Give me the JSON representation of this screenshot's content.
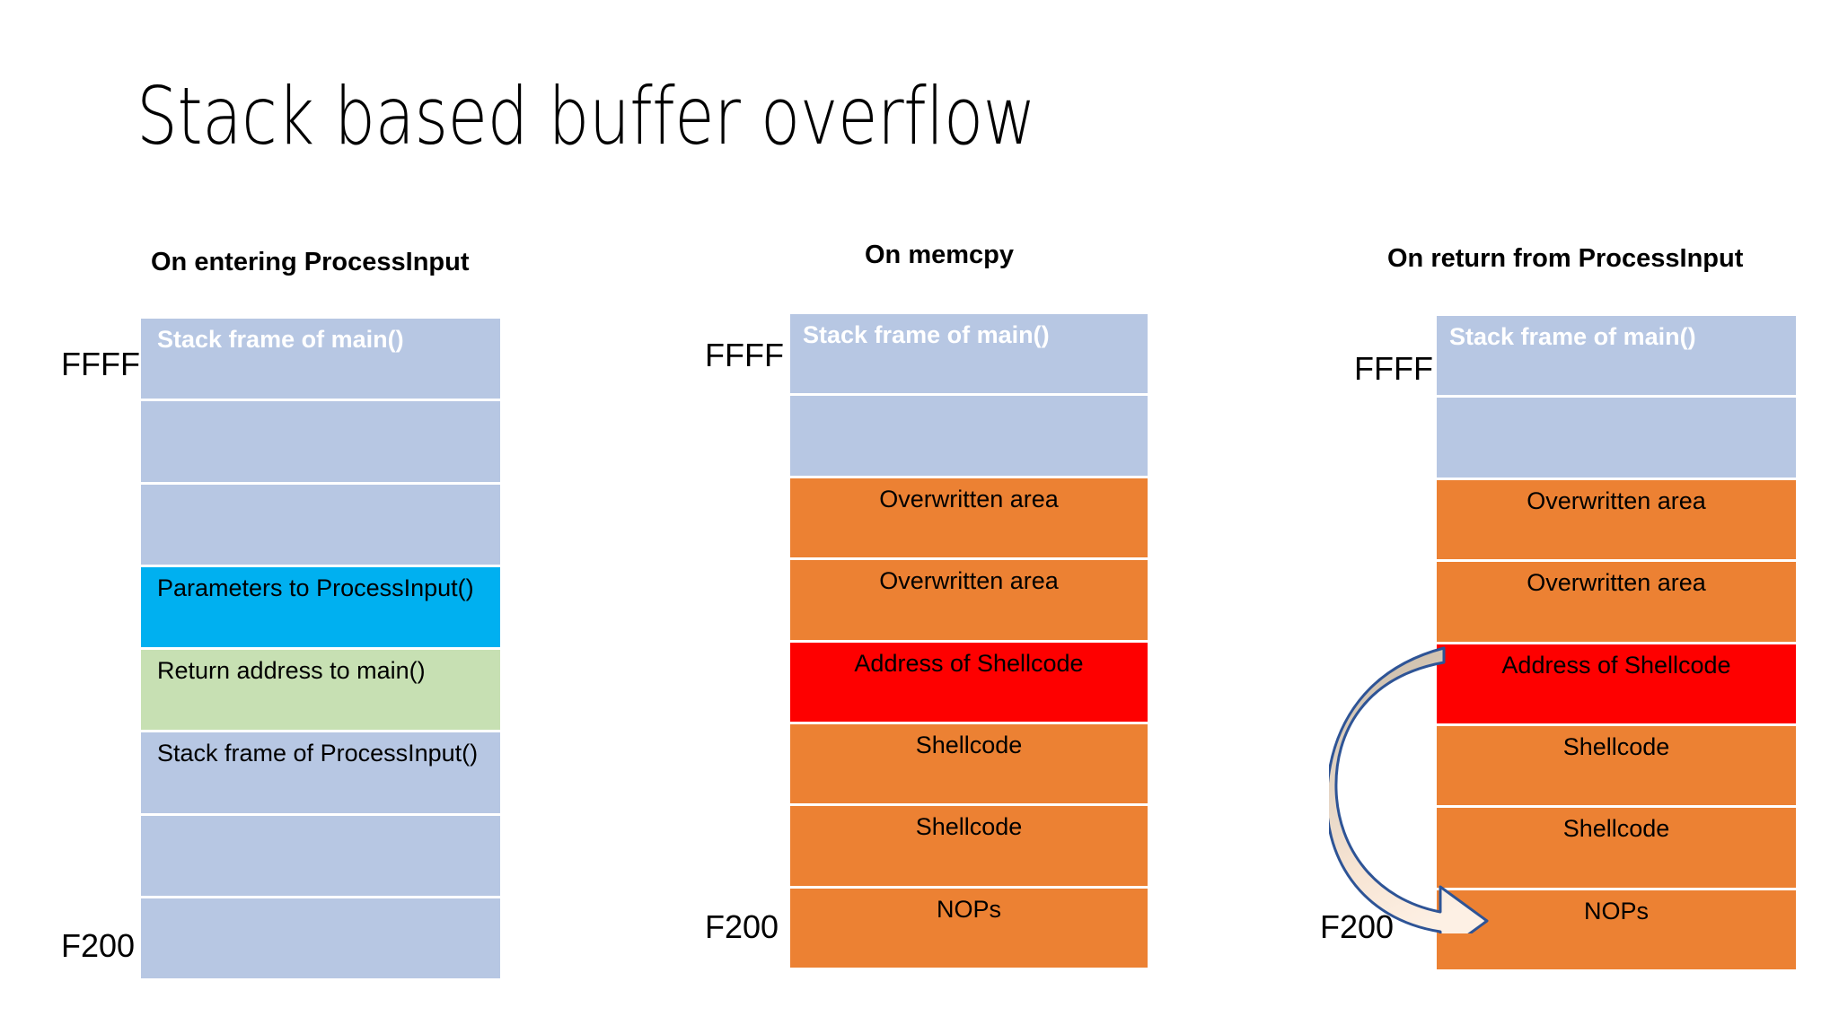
{
  "slide": {
    "title": "Stack based buffer overflow",
    "background": "#ffffff"
  },
  "colors": {
    "blue": "#b7c7e3",
    "cyan": "#00b0f0",
    "green": "#c7e0b3",
    "orange": "#ec8133",
    "red": "#fe0000",
    "arrow_outline": "#2e5496",
    "arrow_fill_top": "#c8bba8",
    "arrow_fill_bottom": "#fbe6d4",
    "text_dark": "#000000",
    "text_light": "#ffffff"
  },
  "panels": [
    {
      "heading": "On entering ProcessInput",
      "top_address": "FFFF",
      "bottom_address": "F200",
      "align": "left",
      "rows": [
        {
          "label": "Stack frame of main()",
          "fill": "blue",
          "text": "white"
        },
        {
          "label": "",
          "fill": "blue",
          "text": "dark"
        },
        {
          "label": "",
          "fill": "blue",
          "text": "dark"
        },
        {
          "label": "Parameters to ProcessInput()",
          "fill": "cyan",
          "text": "dark"
        },
        {
          "label": "Return address to main()",
          "fill": "green",
          "text": "dark"
        },
        {
          "label": "Stack frame of ProcessInput()",
          "fill": "blue",
          "text": "dark"
        },
        {
          "label": "",
          "fill": "blue",
          "text": "dark"
        },
        {
          "label": "",
          "fill": "blue",
          "text": "dark"
        }
      ]
    },
    {
      "heading": "On memcpy",
      "top_address": "FFFF",
      "bottom_address": "F200",
      "align": "center",
      "rows": [
        {
          "label": "Stack frame of main()",
          "fill": "blue",
          "text": "white"
        },
        {
          "label": "",
          "fill": "blue",
          "text": "dark"
        },
        {
          "label": "Overwritten area",
          "fill": "orange",
          "text": "dark"
        },
        {
          "label": "Overwritten area",
          "fill": "orange",
          "text": "dark"
        },
        {
          "label": "Address of Shellcode",
          "fill": "red",
          "text": "dark"
        },
        {
          "label": "Shellcode",
          "fill": "orange",
          "text": "dark"
        },
        {
          "label": "Shellcode",
          "fill": "orange",
          "text": "dark"
        },
        {
          "label": "NOPs",
          "fill": "orange",
          "text": "dark"
        }
      ]
    },
    {
      "heading": "On return from ProcessInput",
      "top_address": "FFFF",
      "bottom_address": "F200",
      "align": "center",
      "rows": [
        {
          "label": "Stack frame of main()",
          "fill": "blue",
          "text": "white"
        },
        {
          "label": "",
          "fill": "blue",
          "text": "dark"
        },
        {
          "label": "Overwritten area",
          "fill": "orange",
          "text": "dark"
        },
        {
          "label": "Overwritten area",
          "fill": "orange",
          "text": "dark"
        },
        {
          "label": "Address of Shellcode",
          "fill": "red",
          "text": "dark"
        },
        {
          "label": "Shellcode",
          "fill": "orange",
          "text": "dark"
        },
        {
          "label": "Shellcode",
          "fill": "orange",
          "text": "dark"
        },
        {
          "label": "NOPs",
          "fill": "orange",
          "text": "dark"
        }
      ],
      "annotation": {
        "name": "control-flow-redirect-arrow",
        "from_row": "Address of Shellcode",
        "to_row": "NOPs"
      }
    }
  ]
}
